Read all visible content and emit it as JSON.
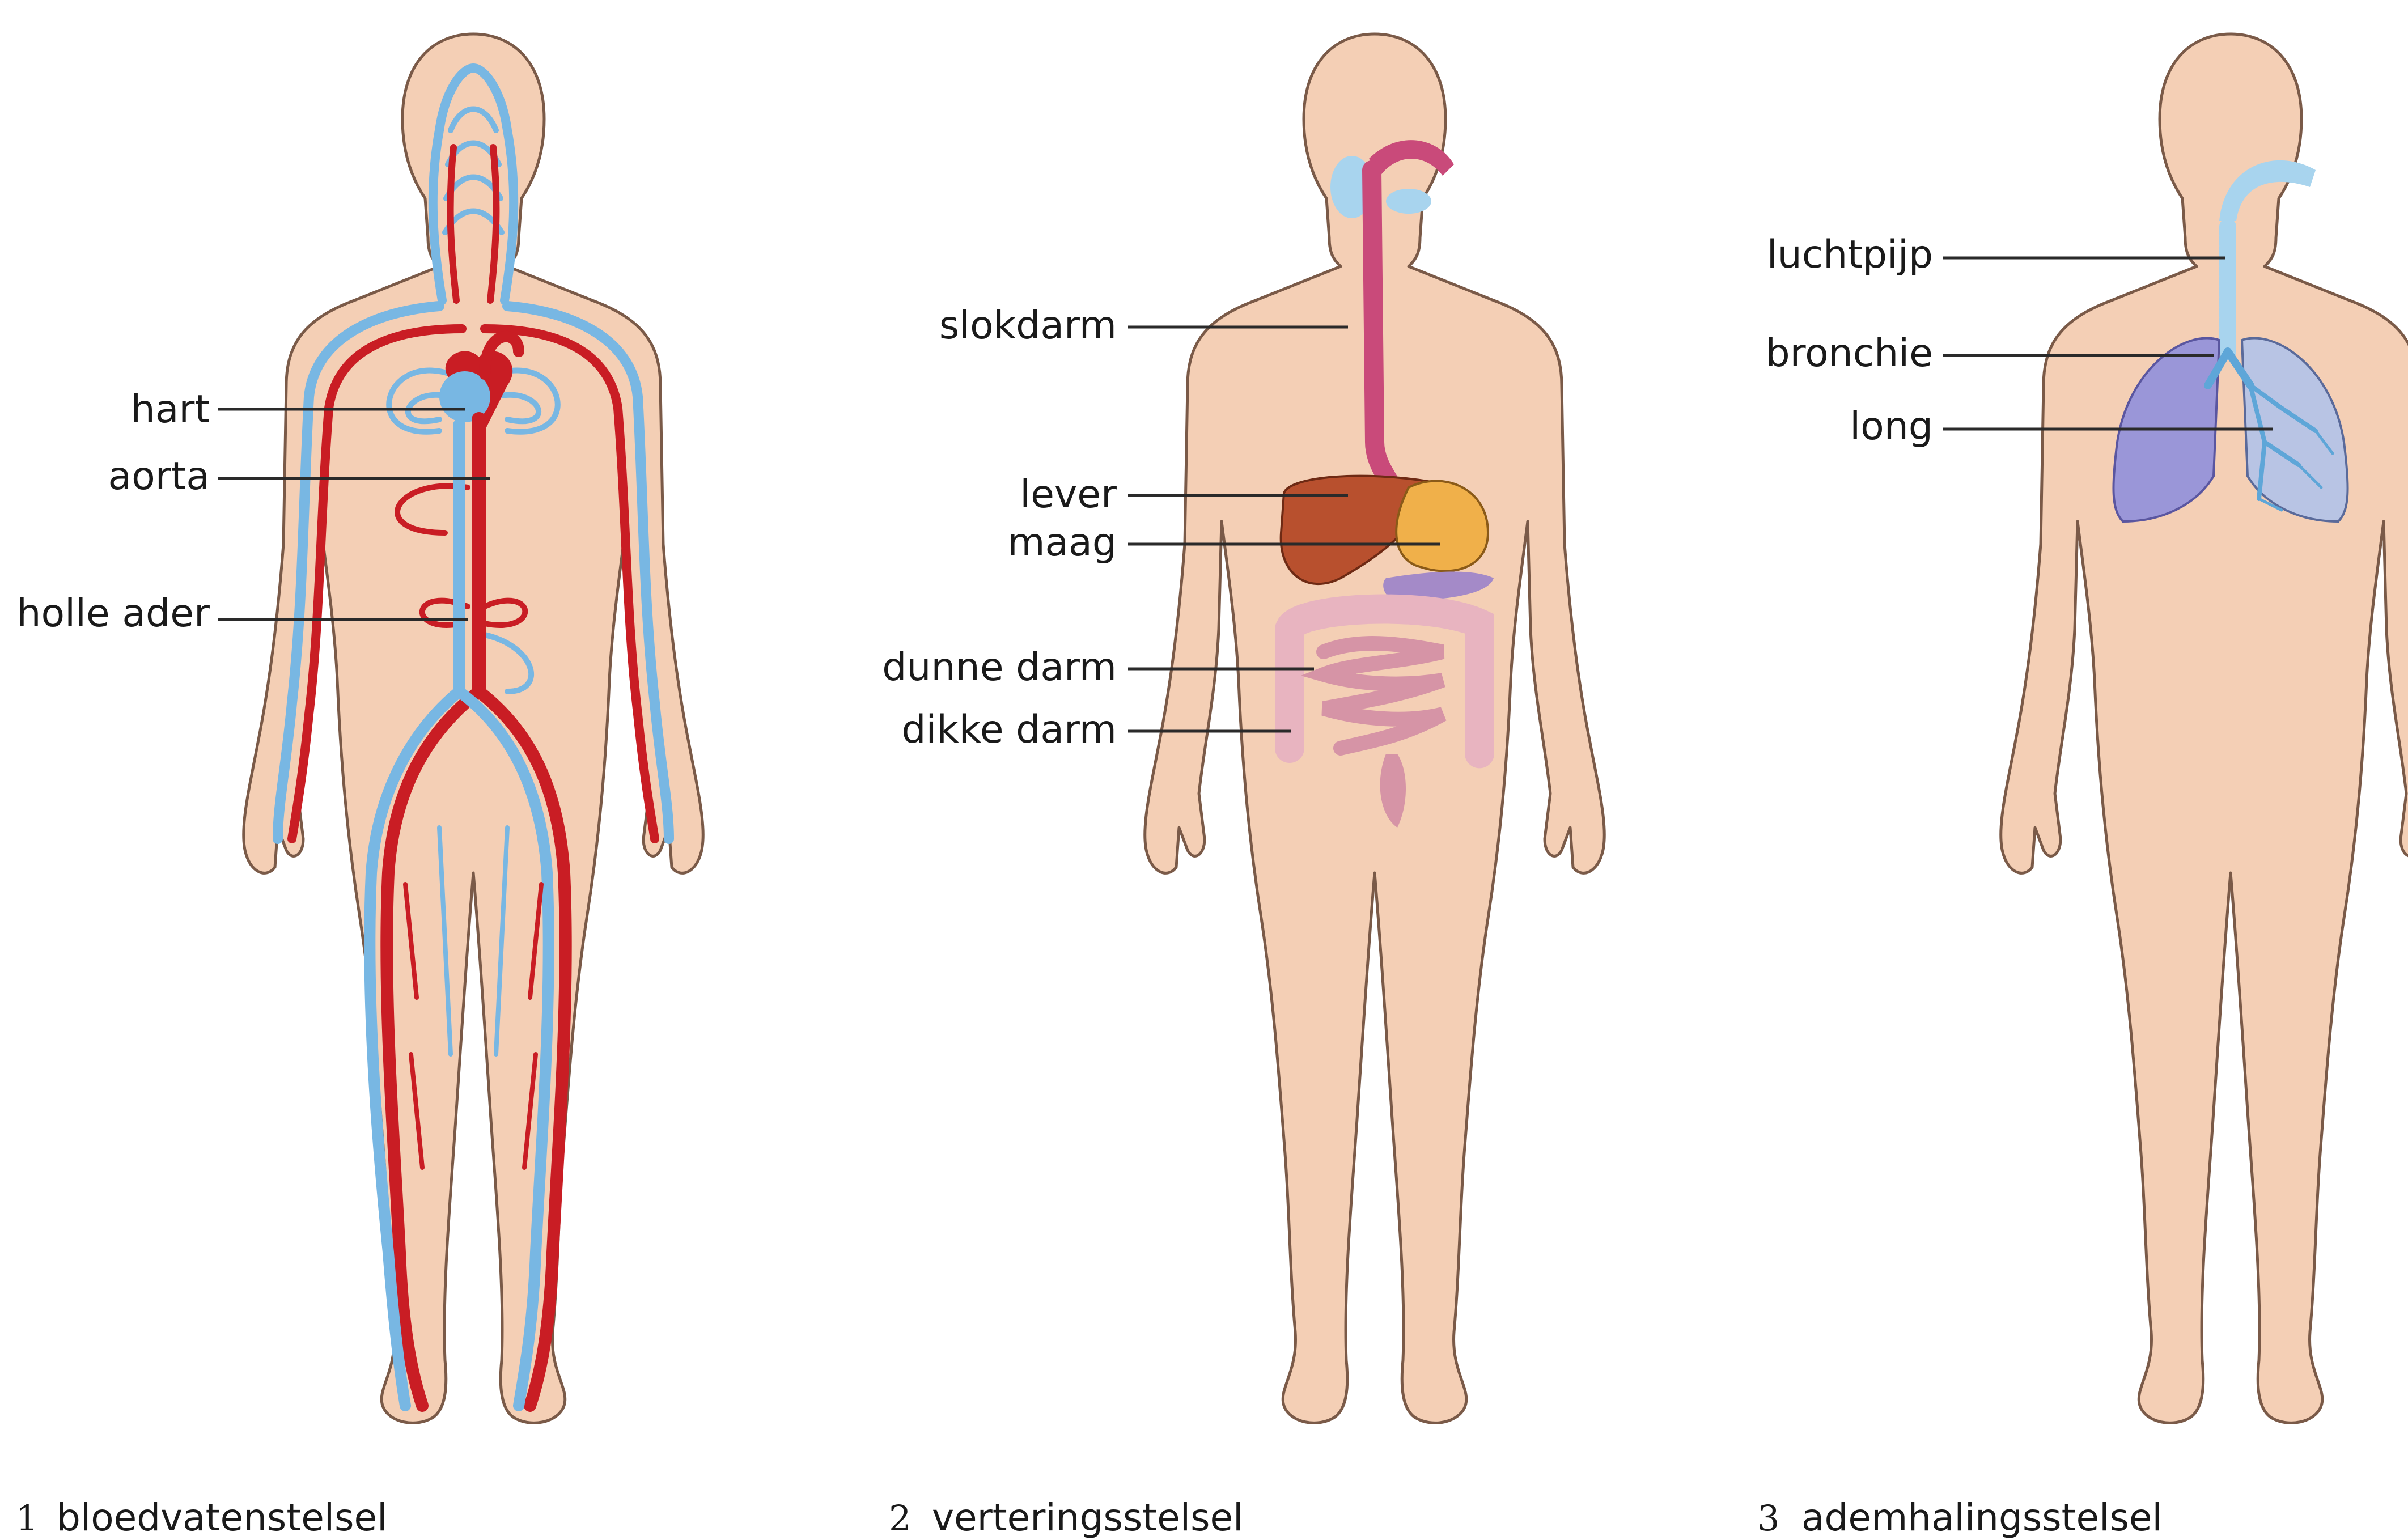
{
  "figures": [
    {
      "number": "1",
      "caption": "bloedvatenstelsel",
      "labels": [
        "hart",
        "aorta",
        "holle ader"
      ]
    },
    {
      "number": "2",
      "caption": "verteringsstelsel",
      "labels": [
        "slokdarm",
        "lever",
        "maag",
        "dunne darm",
        "dikke darm"
      ]
    },
    {
      "number": "3",
      "caption": "ademhalingsstelsel",
      "labels": [
        "luchtpijp",
        "bronchie",
        "long"
      ]
    }
  ],
  "colors": {
    "skin": "#f4cfb5",
    "outline": "#7a5a48",
    "artery": "#c91d24",
    "vein": "#78b7e3",
    "esophagus": "#c94a7a",
    "liver": "#b8502e",
    "stomach": "#f0b04a",
    "pancreas": "#a48ac8",
    "intestine": "#e8b4c0",
    "airway": "#a8d4ee",
    "lung_left": "#9a96d8",
    "lung_right": "#b8c4e4"
  }
}
